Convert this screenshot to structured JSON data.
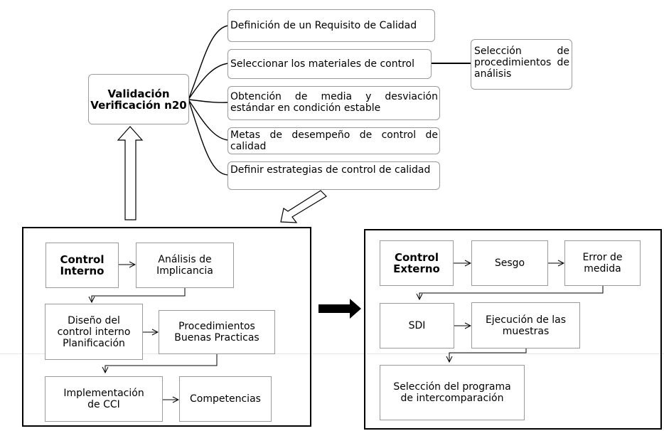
{
  "validation": {
    "title": "Validación Verificación n20"
  },
  "requirements": [
    {
      "label": "Definición de un Requisito de Calidad"
    },
    {
      "label": "Seleccionar los materiales de control"
    },
    {
      "label": "Obtención de media y desviación estándar en condición estable"
    },
    {
      "label": "Metas de desempeño de control de calidad"
    },
    {
      "label": "Definir estrategias de control de calidad"
    }
  ],
  "procedures_box": {
    "label": "Selección de procedimientos de análisis"
  },
  "internal": {
    "control": "Control Interno",
    "analysis": "Análisis de Implicancia",
    "design": "Diseño del control interno Planificación",
    "procedures": "Procedimientos Buenas Practicas",
    "implementation": "Implementación de CCI",
    "competencies": "Competencias"
  },
  "external": {
    "control": "Control Externo",
    "bias": "Sesgo",
    "error": "Error de medida",
    "sdi": "SDI",
    "execution": "Ejecución de las muestras",
    "selection": "Selección del programa de intercomparación"
  }
}
